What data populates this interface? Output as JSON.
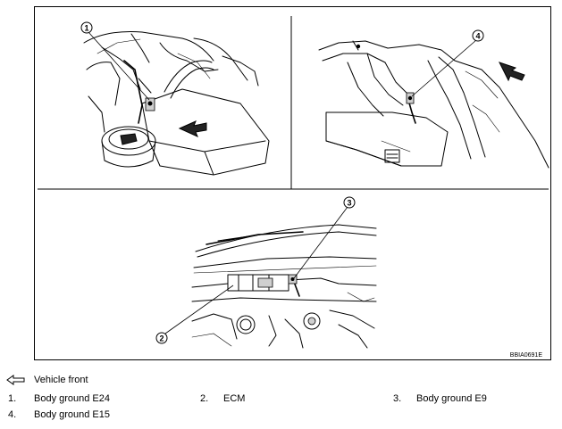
{
  "figure": {
    "code": "BBIA0691E",
    "callouts": [
      "1",
      "2",
      "3",
      "4"
    ]
  },
  "legend": {
    "direction": {
      "icon": "vehicle-front-arrow-icon",
      "label": "Vehicle front"
    },
    "items": [
      {
        "num": "1.",
        "label": "Body ground E24"
      },
      {
        "num": "2.",
        "label": "ECM"
      },
      {
        "num": "3.",
        "label": "Body ground E9"
      },
      {
        "num": "4.",
        "label": "Body ground E15"
      }
    ]
  }
}
